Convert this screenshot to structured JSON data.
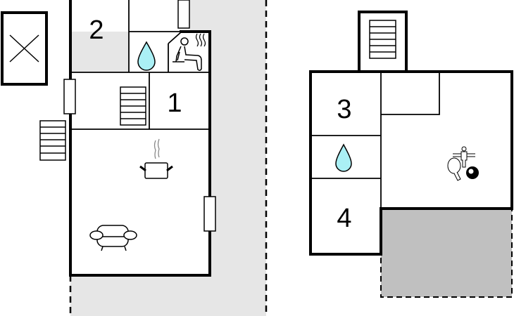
{
  "plan": {
    "rooms": [
      {
        "label": "2",
        "type": "bedroom"
      },
      {
        "label": "1",
        "type": "bedroom"
      },
      {
        "label": "3",
        "type": "bedroom"
      },
      {
        "label": "4",
        "type": "bedroom"
      }
    ],
    "icons": [
      "water-drop-icon",
      "sauna-icon",
      "stairs-icon",
      "cooking-pot-icon",
      "armchair-icon",
      "foosball-icon",
      "table-tennis-icon",
      "billiard-ball-icon",
      "crossed-box-icon"
    ]
  },
  "colors": {
    "wall": "#000000",
    "terrace_light": "#e6e6e6",
    "terrace_dark": "#c0c0c0",
    "water": "#aaf0f5"
  }
}
